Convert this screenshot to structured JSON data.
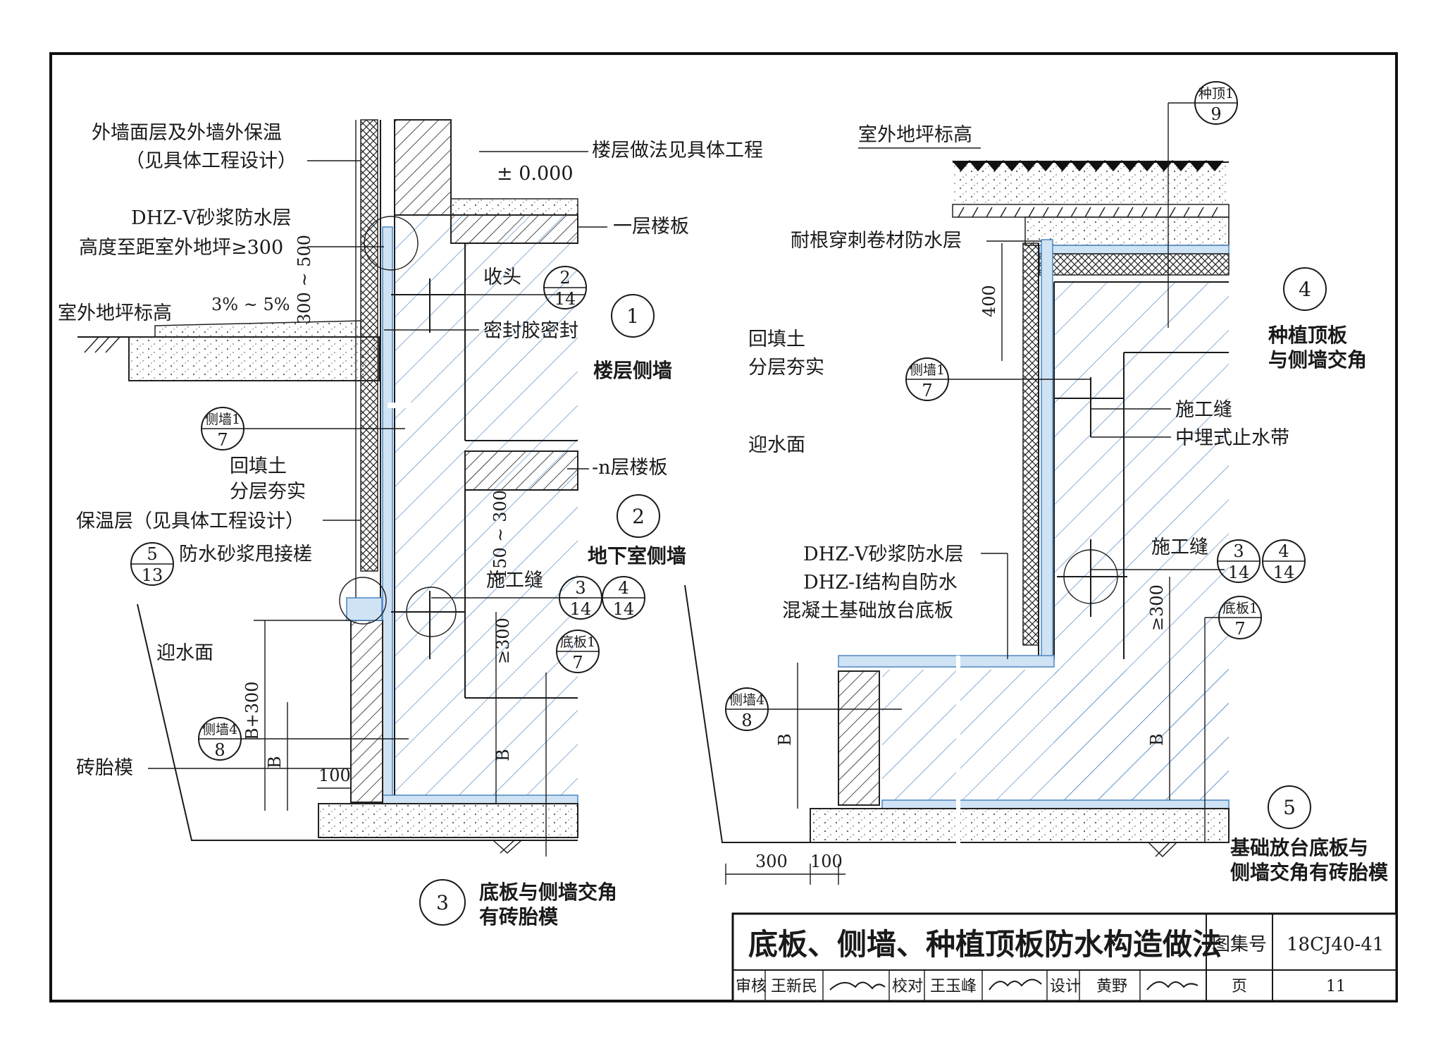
{
  "left": {
    "labels": {
      "facade_line1": "外墙面层及外墙外保温",
      "facade_line2": "（见具体工程设计）",
      "floor_method": "楼层做法见具体工程",
      "elevation": "± 0.000",
      "mortar_line1": "DHZ-Ⅴ砂浆防水层",
      "mortar_line2": "高度至距室外地坪≥300",
      "first_slab": "一层楼板",
      "outdoor_grade": "室外地坪标高",
      "slope": "3% ~ 5%",
      "dim_300_500": "300 ~ 500",
      "termination": "收头",
      "sealant": "密封胶密封",
      "backfill_line1": "回填土",
      "backfill_line2": "分层夯实",
      "insulation": "保温层（见具体工程设计）",
      "n_slab": "-n层楼板",
      "dim_150_300": "150 ~ 300",
      "mortar_lap": "防水砂浆甩接槎",
      "joint": "施工缝",
      "water_side": "迎水面",
      "dim_b300": "B+300",
      "dim_b": "B",
      "dim_ge300": "≥300",
      "dim_100": "100",
      "brick": "砖胎模"
    },
    "refs": {
      "term_top": "2",
      "term_bot": "14",
      "wall1_top": "侧墙1",
      "wall1_bot": "7",
      "lap_top": "5",
      "lap_bot": "13",
      "jointA_top": "3",
      "jointA_bot": "14",
      "jointB_top": "4",
      "jointB_bot": "14",
      "slab1_top": "底板1",
      "slab1_bot": "7",
      "wall4_top": "侧墙4",
      "wall4_bot": "8"
    },
    "details": {
      "d1_num": "1",
      "d1_name": "楼层侧墙",
      "d2_num": "2",
      "d2_name": "地下室侧墙",
      "d3_num": "3",
      "d3_name_line1": "底板与侧墙交角",
      "d3_name_line2": "有砖胎模"
    }
  },
  "right": {
    "labels": {
      "outdoor_grade": "室外地坪标高",
      "root_membrane": "耐根穿刺卷材防水层",
      "dim_400": "400",
      "backfill_line1": "回填土",
      "backfill_line2": "分层夯实",
      "water_side": "迎水面",
      "joint1": "施工缝",
      "waterstop": "中埋式止水带",
      "mortar": "DHZ-Ⅴ砂浆防水层",
      "self_wp": "DHZ-Ⅰ结构自防水",
      "foundation": "混凝土基础放台底板",
      "joint2": "施工缝",
      "dim_ge300": "≥300",
      "dim_b1": "B",
      "dim_b2": "B",
      "dim_300": "300",
      "dim_100": "100"
    },
    "refs": {
      "roof_top": "种顶1",
      "roof_bot": "9",
      "wall1_top": "侧墙1",
      "wall1_bot": "7",
      "jointA_top": "3",
      "jointA_bot": "14",
      "jointB_top": "4",
      "jointB_bot": "14",
      "slab1_top": "底板1",
      "slab1_bot": "7",
      "wall4_top": "侧墙4",
      "wall4_bot": "8"
    },
    "details": {
      "d4_num": "4",
      "d4_name_line1": "种植顶板",
      "d4_name_line2": "与侧墙交角",
      "d5_num": "5",
      "d5_name_line1": "基础放台底板与",
      "d5_name_line2": "侧墙交角有砖胎模"
    }
  },
  "title_block": {
    "title": "底板、侧墙、种植顶板防水构造做法",
    "atlas_label": "图集号",
    "atlas_no": "18CJ40-41",
    "review_label": "审核",
    "reviewer": "王新民",
    "check_label": "校对",
    "checker": "王玉峰",
    "design_label": "设计",
    "designer": "黄野",
    "page_label": "页",
    "page_no": "11"
  },
  "colors": {
    "line": "#1a1a1a",
    "waterproof_blue": "#4a86c2",
    "waterproof_fill": "#cfe3f4"
  }
}
